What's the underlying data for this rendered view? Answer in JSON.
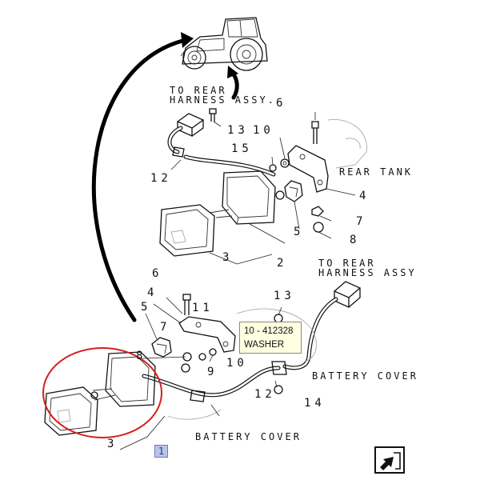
{
  "labels": {
    "to_rear_harness_top_1": "TO REAR",
    "to_rear_harness_top_2": "HARNESS ASSY.",
    "rear_tank": "REAR TANK",
    "to_rear_harness_mid_1": "TO REAR",
    "to_rear_harness_mid_2": "HARNESS ASSY",
    "battery_cover_right": "BATTERY COVER",
    "battery_cover_bottom": "BATTERY COVER"
  },
  "callouts": {
    "n6_top": "6",
    "n13_top": "13",
    "n10_top": "10",
    "n15": "15",
    "n12_top": "12",
    "n4_top": "4",
    "n7_top": "7",
    "n8_top": "8",
    "n5_top": "5",
    "n3_top": "3",
    "n2": "2",
    "n6_mid": "6",
    "n4_mid": "4",
    "n5_mid": "5",
    "n11": "11",
    "n13_mid": "13",
    "n7_mid": "7",
    "n8_mid": "8",
    "n9": "9",
    "n10_mid": "10",
    "n12_mid": "12",
    "n14": "14",
    "n3_bottom": "3",
    "n1": "1"
  },
  "tooltip": {
    "line1": "10 -  412328",
    "line2": "WASHER"
  },
  "icons": {
    "nav": "next-page-arrow-icon",
    "tractor": "tractor-icon"
  },
  "colors": {
    "highlight_circle": "#d42020",
    "tooltip_bg": "#ffffe1",
    "callout_bg": "#b8c4e6"
  }
}
